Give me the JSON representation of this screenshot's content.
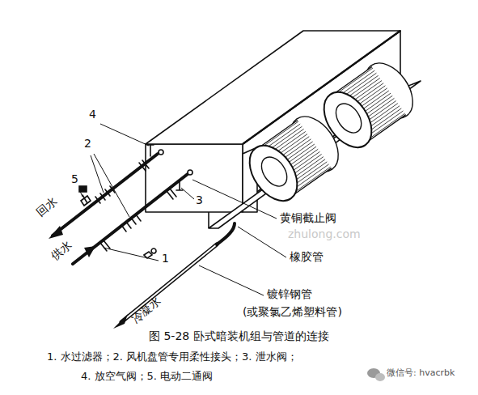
{
  "diagram": {
    "caption": "图 5-28 卧式暗装机组与管道的连接",
    "labels": [
      "4",
      "2",
      "5",
      "3",
      "1",
      "黄铜截止阀",
      "橡胶管",
      "镀锌钢管",
      "(或聚氯乙烯塑料管)",
      "回水",
      "供水",
      "冷凝水",
      "zhulong.com",
      "1. 水过滤器；2. 风机盘管专用柔性接头；3. 泄水阀；",
      "4. 放空气阀；5. 电动二通阀",
      "微信号: hvacrbk"
    ]
  }
}
